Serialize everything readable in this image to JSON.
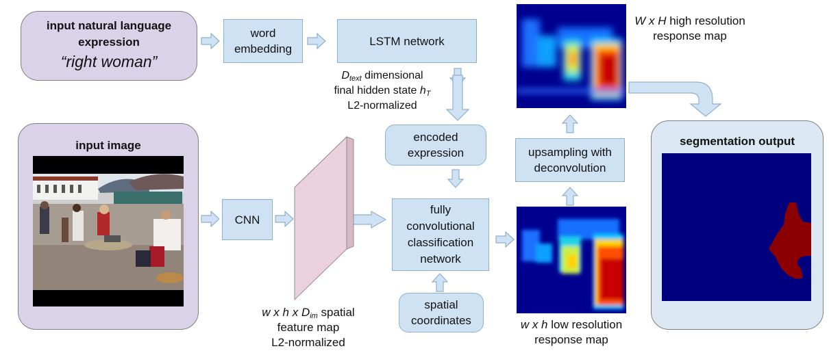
{
  "input_text": {
    "title_line1": "input natural language",
    "title_line2": "expression",
    "example": "“right woman”"
  },
  "word_embedding": {
    "line1": "word",
    "line2": "embedding"
  },
  "lstm": {
    "label": "LSTM network"
  },
  "hidden_state": {
    "d": "D",
    "d_sub": "text",
    "line1_rest": " dimensional",
    "line2_pre": "final hidden state ",
    "h": "h",
    "h_sub": "T",
    "line3": "L2-normalized"
  },
  "encoded": {
    "line1": "encoded",
    "line2": "expression"
  },
  "input_image": {
    "title": "input image"
  },
  "cnn": {
    "label": "CNN"
  },
  "feature_map": {
    "w": "w",
    "x1": " x ",
    "h": "h",
    "x2": " x ",
    "d": "D",
    "d_sub": "im",
    "line1_rest": " spatial",
    "line2": "feature map",
    "line3": "L2-normalized"
  },
  "fcn": {
    "line1": "fully",
    "line2": "convolutional",
    "line3": "classification",
    "line4": "network"
  },
  "spatial": {
    "line1": "spatial",
    "line2": "coordinates"
  },
  "upsampling": {
    "line1": "upsampling with",
    "line2": "deconvolution"
  },
  "high_res": {
    "w": "W",
    "x": " x ",
    "h": "H",
    "line1_rest": " high resolution",
    "line2": "response map"
  },
  "low_res": {
    "w": "w",
    "x": " x ",
    "h": "h",
    "line1_rest": " low resolution",
    "line2": "response map"
  },
  "segmentation": {
    "title": "segmentation output"
  },
  "colors": {
    "box_fill": "#cfe2f3",
    "box_border": "#8fb0cc",
    "purple_fill": "#d9d2e9",
    "feature_map": "#ead1dc",
    "heat_bg": "#00008f",
    "seg_bg": "#00007f",
    "seg_fg": "#8b0000"
  }
}
